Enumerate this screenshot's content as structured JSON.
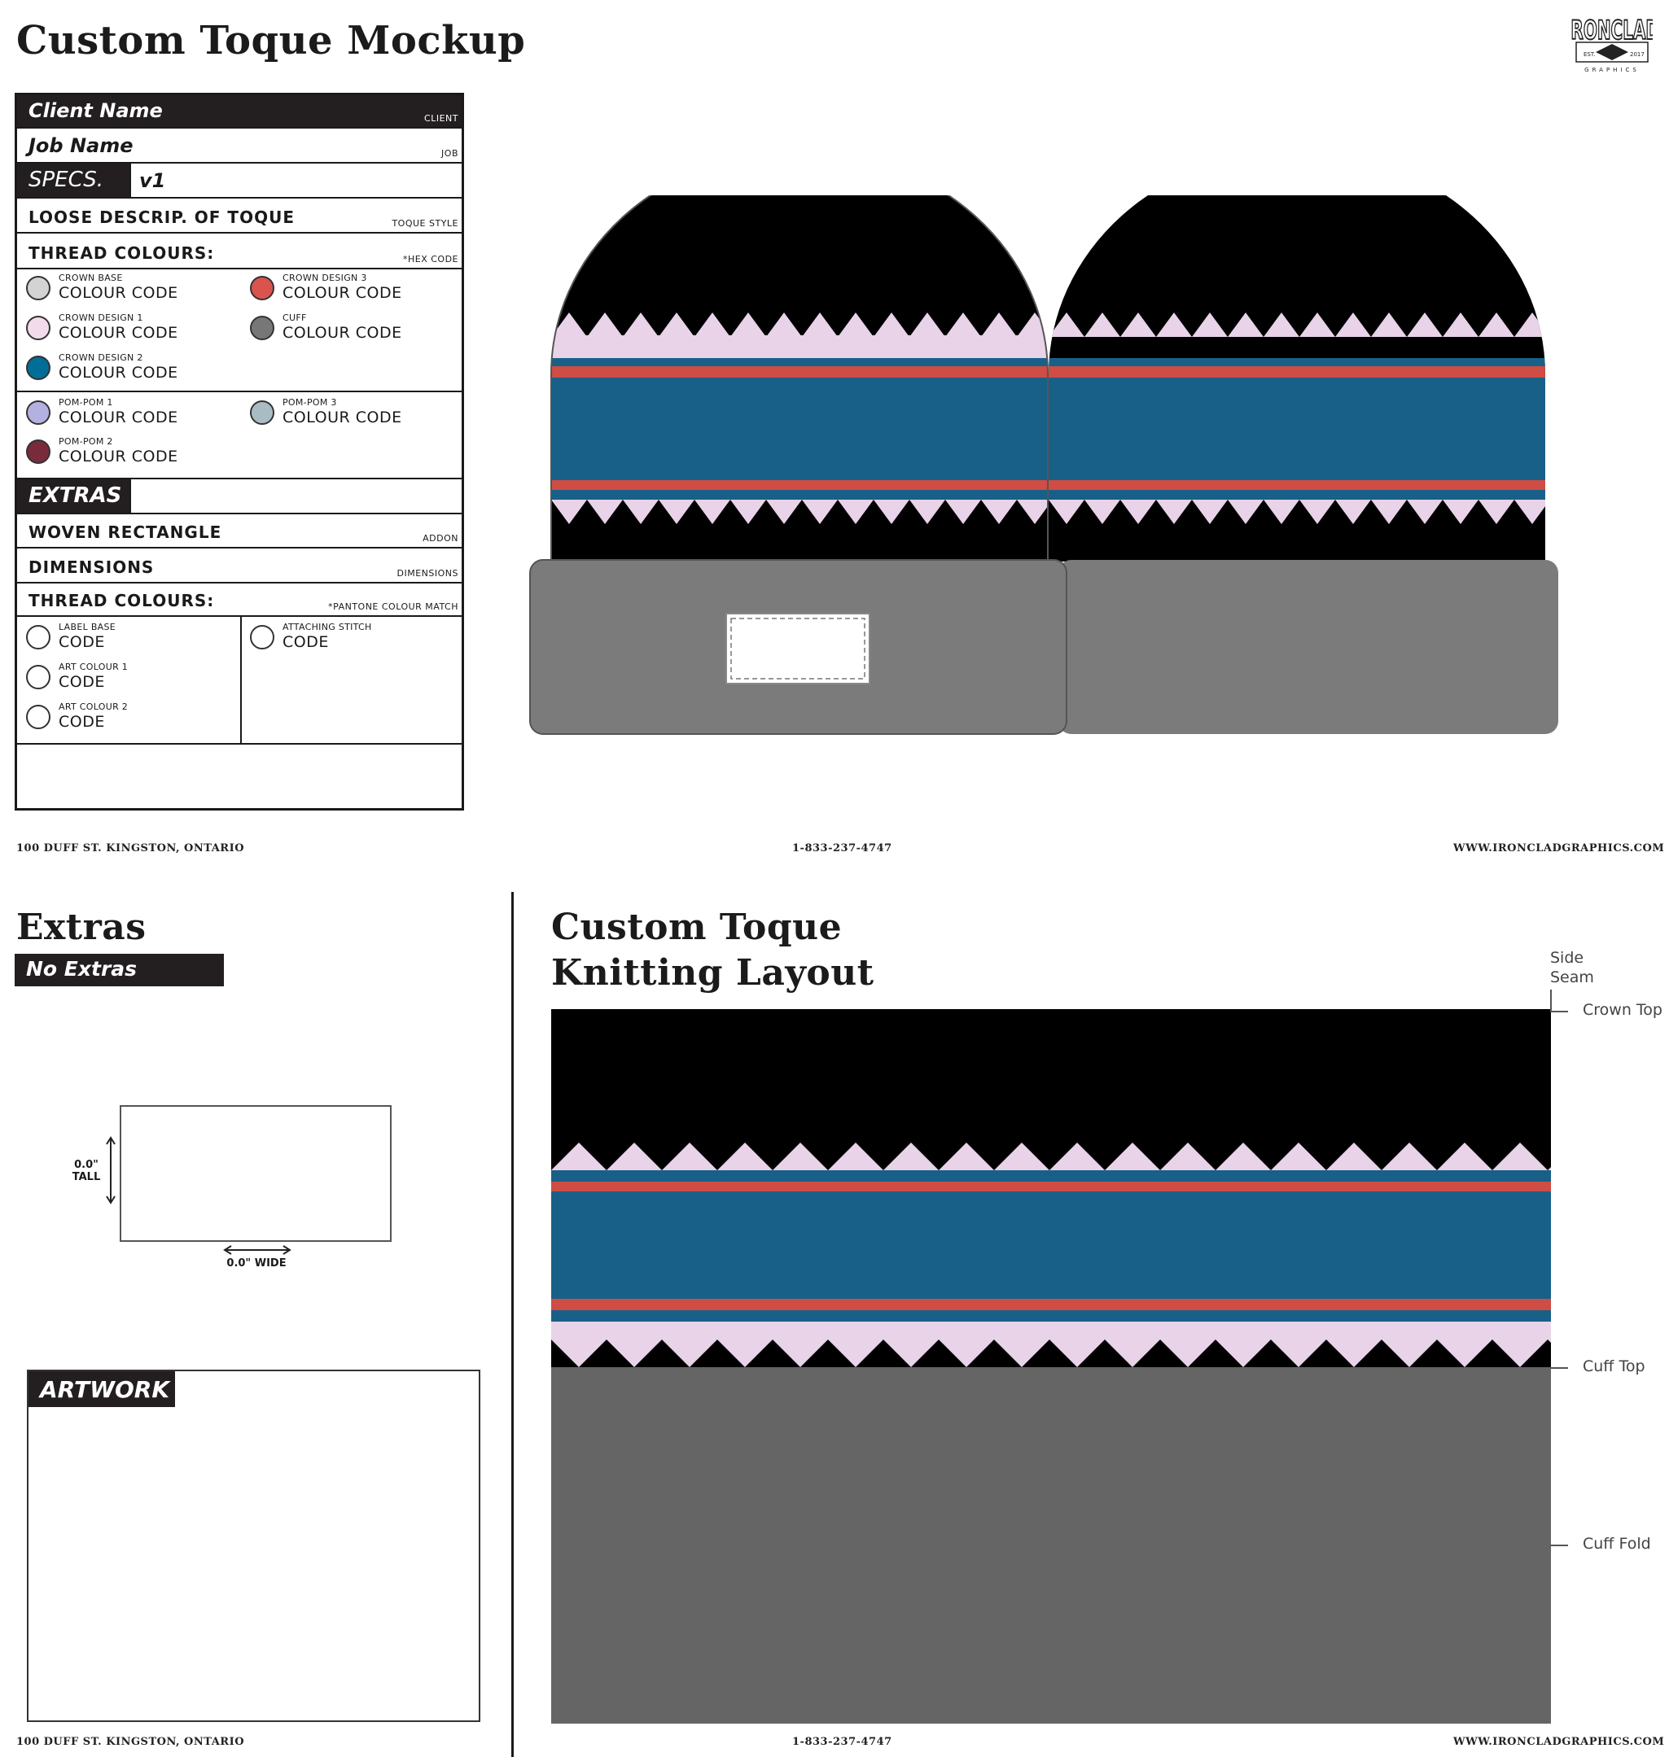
{
  "page_title": "Custom Toque Mockup",
  "logo": {
    "text": "IRONCLAD",
    "sub_left": "EST.",
    "sub_right": "2017",
    "tagline": "GRAPHICS"
  },
  "spec_sheet": {
    "client": {
      "value": "Client Name",
      "tag": "CLIENT"
    },
    "job": {
      "value": "Job Name",
      "tag": "JOB"
    },
    "specs": {
      "label": "SPECS.",
      "version": "v1"
    },
    "style": {
      "value": "LOOSE DESCRIP. OF TOQUE",
      "tag": "TOQUE STYLE"
    },
    "thread_heading": {
      "value": "THREAD COLOURS:",
      "tag": "*HEX CODE"
    },
    "thread_colours": [
      {
        "label": "CROWN BASE",
        "value": "COLOUR CODE",
        "color": "#d3d3d3"
      },
      {
        "label": "CROWN DESIGN 3",
        "value": "COLOUR CODE",
        "color": "#d9534f"
      },
      {
        "label": "CROWN DESIGN 1",
        "value": "COLOUR CODE",
        "color": "#f2dcec"
      },
      {
        "label": "CUFF",
        "value": "COLOUR CODE",
        "color": "#777777"
      },
      {
        "label": "CROWN DESIGN 2",
        "value": "COLOUR CODE",
        "color": "#006e96"
      }
    ],
    "pompom_colours": [
      {
        "label": "POM-POM 1",
        "value": "COLOUR CODE",
        "color": "#b3b1e0"
      },
      {
        "label": "POM-POM 3",
        "value": "COLOUR CODE",
        "color": "#a9bcc4"
      },
      {
        "label": "POM-POM 2",
        "value": "COLOUR CODE",
        "color": "#7a2b3b"
      }
    ],
    "extras_label": "EXTRAS",
    "addon": {
      "value": "WOVEN RECTANGLE",
      "tag": "ADDON"
    },
    "dimensions": {
      "value": "DIMENSIONS",
      "tag": "DIMENSIONS"
    },
    "label_thread_heading": {
      "value": "THREAD COLOURS:",
      "tag": "*PANTONE COLOUR MATCH"
    },
    "label_colours": [
      {
        "label": "LABEL BASE",
        "value": "CODE"
      },
      {
        "label": "ART COLOUR 1",
        "value": "CODE"
      },
      {
        "label": "ART COLOUR 2",
        "value": "CODE"
      },
      {
        "label": "ATTACHING STITCH",
        "value": "CODE"
      }
    ]
  },
  "footer": {
    "address": "100 DUFF ST. KINGSTON, ONTARIO",
    "phone": "1-833-237-4747",
    "website": "WWW.IRONCLADGRAPHICS.COM"
  },
  "extras": {
    "title": "Extras",
    "status": "No Extras",
    "height_label": "0.0\"",
    "height_sub": "TALL",
    "width_label": "0.0\" WIDE",
    "artwork_label": "ARTWORK"
  },
  "knitting_layout": {
    "title_line1": "Custom Toque",
    "title_line2": "Knitting Layout",
    "side_seam": [
      "Side",
      "Seam"
    ],
    "crown_top": "Crown Top",
    "cuff_top": "Cuff Top",
    "cuff_fold": "Cuff Fold"
  },
  "colors": {
    "crown_base": "#000000",
    "design_pink": "#e8d3e8",
    "design_blue": "#186088",
    "design_red": "#cf4d44",
    "cuff_mockup": "#7b7b7b",
    "cuff_layout": "#656565"
  }
}
